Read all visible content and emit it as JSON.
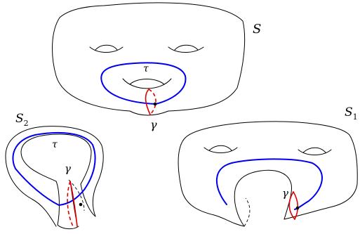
{
  "colors": {
    "outline": "#000000",
    "curve_tau": "#0000ee",
    "curve_gamma": "#e00000"
  },
  "surface_S": {
    "label": "S",
    "tau_label": "τ",
    "gamma_label": "γ"
  },
  "surface_S2": {
    "label": "S",
    "label_subscript": "2",
    "tau_label": "τ",
    "gamma_label": "γ"
  },
  "surface_S1": {
    "label": "S",
    "label_subscript": "1",
    "gamma_label": "γ"
  }
}
